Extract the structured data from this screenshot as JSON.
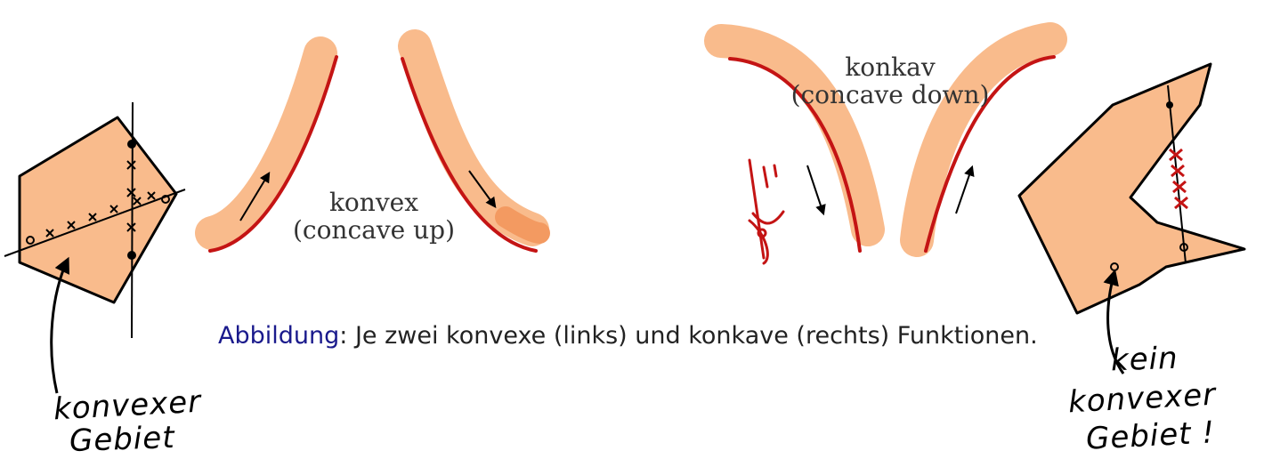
{
  "labels": {
    "convex_line1": "konvex",
    "convex_line2": "(concave up)",
    "concave_line1": "konkav",
    "concave_line2": "(concave down)"
  },
  "caption": {
    "key": "Abbildung",
    "text": ": Je zwei konvexe (links) und konkave (rechts) Funktionen."
  },
  "handwriting": {
    "left_line1": "konvexer",
    "left_line2": "Gebiet",
    "right_line1": "kein",
    "right_line2": "konvexer",
    "right_line3": "Gebiet !"
  },
  "colors": {
    "highlight": "#f9bb8c",
    "highlight_dark": "#f39a61",
    "curve": "#c41414",
    "ink": "#000000",
    "caption_key": "#1a1a8c"
  }
}
